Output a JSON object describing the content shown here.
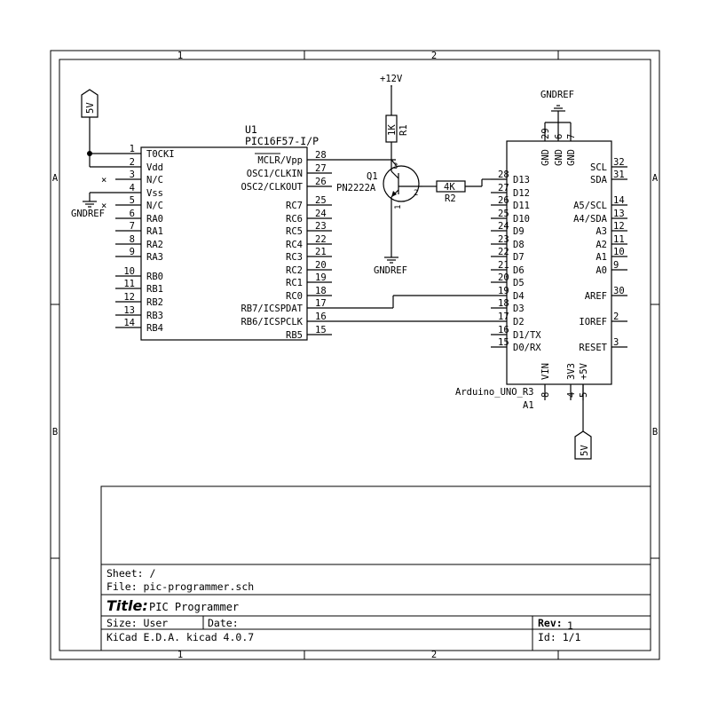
{
  "frame": {
    "col_labels": [
      "1",
      "2"
    ],
    "row_labels": [
      "A",
      "B"
    ]
  },
  "u1": {
    "ref": "U1",
    "value": "PIC16F57-I/P",
    "left_pins": [
      {
        "num": "1",
        "name": "T0CKI"
      },
      {
        "num": "2",
        "name": "Vdd"
      },
      {
        "num": "3",
        "name": "N/C"
      },
      {
        "num": "4",
        "name": "Vss"
      },
      {
        "num": "5",
        "name": "N/C"
      },
      {
        "num": "6",
        "name": "RA0"
      },
      {
        "num": "7",
        "name": "RA1"
      },
      {
        "num": "8",
        "name": "RA2"
      },
      {
        "num": "9",
        "name": "RA3"
      },
      {
        "num": "10",
        "name": "RB0"
      },
      {
        "num": "11",
        "name": "RB1"
      },
      {
        "num": "12",
        "name": "RB2"
      },
      {
        "num": "13",
        "name": "RB3"
      },
      {
        "num": "14",
        "name": "RB4"
      }
    ],
    "right_pins": [
      {
        "num": "28",
        "name": "MCLR/Vpp"
      },
      {
        "num": "27",
        "name": "OSC1/CLKIN"
      },
      {
        "num": "26",
        "name": "OSC2/CLKOUT"
      },
      {
        "num": "25",
        "name": "RC7"
      },
      {
        "num": "24",
        "name": "RC6"
      },
      {
        "num": "23",
        "name": "RC5"
      },
      {
        "num": "22",
        "name": "RC4"
      },
      {
        "num": "21",
        "name": "RC3"
      },
      {
        "num": "20",
        "name": "RC2"
      },
      {
        "num": "19",
        "name": "RC1"
      },
      {
        "num": "18",
        "name": "RC0"
      },
      {
        "num": "17",
        "name": "RB7/ICSPDAT"
      },
      {
        "num": "16",
        "name": "RB6/ICSPCLK"
      },
      {
        "num": "15",
        "name": "RB5"
      }
    ]
  },
  "a1": {
    "ref": "A1",
    "value": "Arduino_UNO_R3",
    "left_pins": [
      {
        "num": "28",
        "name": "D13"
      },
      {
        "num": "27",
        "name": "D12"
      },
      {
        "num": "26",
        "name": "D11"
      },
      {
        "num": "25",
        "name": "D10"
      },
      {
        "num": "24",
        "name": "D9"
      },
      {
        "num": "23",
        "name": "D8"
      },
      {
        "num": "22",
        "name": "D7"
      },
      {
        "num": "21",
        "name": "D6"
      },
      {
        "num": "20",
        "name": "D5"
      },
      {
        "num": "19",
        "name": "D4"
      },
      {
        "num": "18",
        "name": "D3"
      },
      {
        "num": "17",
        "name": "D2"
      },
      {
        "num": "16",
        "name": "D1/TX"
      },
      {
        "num": "15",
        "name": "D0/RX"
      }
    ],
    "right_pins": [
      {
        "num": "32",
        "name": "SCL"
      },
      {
        "num": "31",
        "name": "SDA"
      },
      {
        "num": "14",
        "name": "A5/SCL"
      },
      {
        "num": "13",
        "name": "A4/SDA"
      },
      {
        "num": "12",
        "name": "A3"
      },
      {
        "num": "11",
        "name": "A2"
      },
      {
        "num": "10",
        "name": "A1"
      },
      {
        "num": "9",
        "name": "A0"
      },
      {
        "num": "30",
        "name": "AREF"
      },
      {
        "num": "2",
        "name": "IOREF"
      },
      {
        "num": "3",
        "name": "RESET"
      }
    ],
    "top_pins": [
      {
        "num": "29",
        "name": "GND"
      },
      {
        "num": "6",
        "name": "GND"
      },
      {
        "num": "7",
        "name": "GND"
      }
    ],
    "bottom_pins": [
      {
        "num": "8",
        "name": "VIN"
      },
      {
        "num": "4",
        "name": "3V3"
      },
      {
        "num": "5",
        "name": "+5V"
      }
    ]
  },
  "q1": {
    "ref": "Q1",
    "value": "PN2222A",
    "pin_c": "3",
    "pin_b": "2",
    "pin_e": "1"
  },
  "r1": {
    "ref": "R1",
    "value": "1K"
  },
  "r2": {
    "ref": "R2",
    "value": "4K"
  },
  "power": {
    "plus12v": "+12V",
    "gndref": "GNDREF",
    "five_v": "5V"
  },
  "no_connect_mark": "×",
  "title_block": {
    "sheet": "Sheet: /",
    "file": "File: pic-programmer.sch",
    "title_label": "Title:",
    "title_value": "PIC Programmer",
    "size": "Size: User",
    "date": "Date:",
    "rev_label": "Rev:",
    "rev_value": "1",
    "tool": "KiCad E.D.A.  kicad 4.0.7",
    "id": "Id: 1/1"
  }
}
